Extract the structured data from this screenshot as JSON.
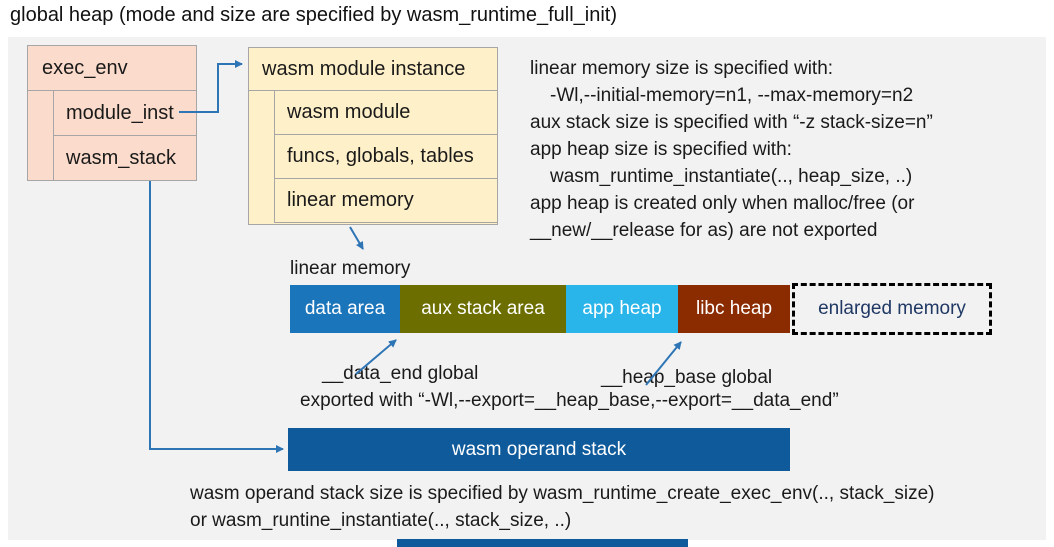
{
  "title": "global heap (mode and size are specified by wasm_runtime_full_init)",
  "exec_env": {
    "header": "exec_env",
    "rows": [
      "module_inst",
      "wasm_stack"
    ]
  },
  "module_instance": {
    "header": "wasm module instance",
    "rows": [
      "wasm module",
      "funcs, globals, tables",
      "linear memory"
    ]
  },
  "notes": {
    "lines": [
      "linear memory size is specified with:",
      "-Wl,--initial-memory=n1, --max-memory=n2",
      "aux stack size is specified with “-z stack-size=n”",
      "app heap size is specified with:",
      "wasm_runtime_instantiate(.., heap_size, ..)",
      "app heap is created only when malloc/free (or",
      "__new/__release for as) are not exported"
    ]
  },
  "linear_memory": {
    "label": "linear memory",
    "segments": [
      {
        "label": "data area",
        "color": "#1B75BB"
      },
      {
        "label": "aux stack area",
        "color": "#6C6E00"
      },
      {
        "label": "app heap",
        "color": "#29B4EA"
      },
      {
        "label": "libc heap",
        "color": "#8B2B00"
      },
      {
        "label": "enlarged memory",
        "color": "none-dashed-outline",
        "text_color": "#1F3864"
      }
    ],
    "annotation_data_end": "__data_end global",
    "annotation_heap_base": "__heap_base global",
    "annotation_export": "exported with “-Wl,--export=__heap_base,--export=__data_end”"
  },
  "operand_stack": {
    "label": "wasm operand stack",
    "color": "#0F5A9B",
    "notes": [
      "wasm operand stack size is specified by wasm_runtime_create_exec_env(.., stack_size)",
      "or wasm_runtine_instantiate(.., stack_size, ..)"
    ]
  },
  "colors": {
    "panel_bg": "#F2F2F2",
    "exec_env_fill": "#FBDBCB",
    "module_instance_fill": "#FEF0C8",
    "box_border": "#A6A6A6",
    "connector": "#2E75B6",
    "enlarged_memory_text": "#1F3864",
    "operand_stack_fill": "#0F5A9B"
  }
}
